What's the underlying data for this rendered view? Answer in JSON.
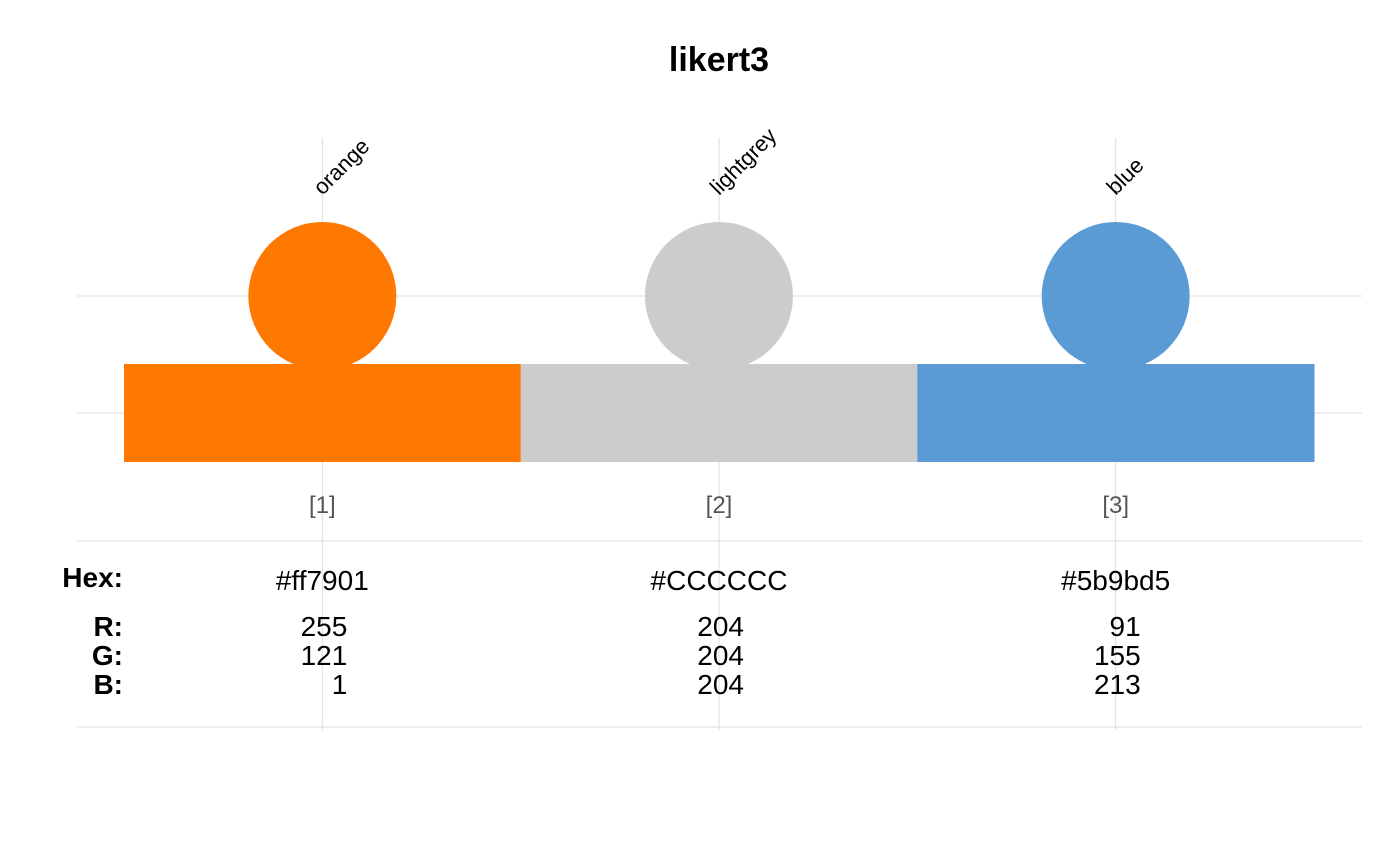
{
  "chart_data": {
    "type": "palette-swatch",
    "title": "likert3",
    "row_labels": {
      "hex": "Hex:",
      "r": "R:",
      "g": "G:",
      "b": "B:"
    },
    "colors": [
      {
        "index": "[1]",
        "name": "orange",
        "hex": "#ff7901",
        "r": "255",
        "g": "121",
        "b": "1"
      },
      {
        "index": "[2]",
        "name": "lightgrey",
        "hex": "#CCCCCC",
        "r": "204",
        "g": "204",
        "b": "204"
      },
      {
        "index": "[3]",
        "name": "blue",
        "hex": "#5b9bd5",
        "r": "91",
        "g": "155",
        "b": "213"
      }
    ],
    "grid": true
  }
}
